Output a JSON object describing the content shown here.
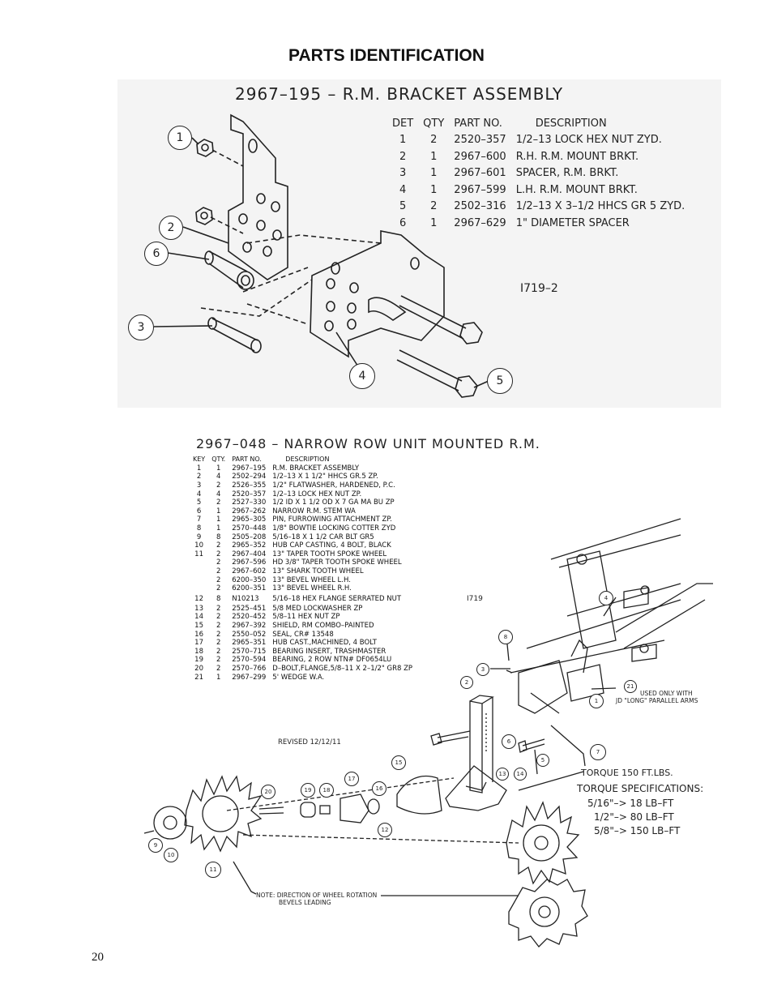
{
  "page": {
    "title": "PARTS IDENTIFICATION",
    "page_number": "20"
  },
  "assembly1": {
    "title": "2967–195 – R.M. BRACKET ASSEMBLY",
    "headers": [
      "DET",
      "QTY",
      "PART NO.",
      "DESCRIPTION"
    ],
    "rows": [
      [
        "1",
        "2",
        "2520–357",
        "1/2–13 LOCK HEX NUT ZYD."
      ],
      [
        "2",
        "1",
        "2967–600",
        "R.H. R.M. MOUNT BRKT."
      ],
      [
        "3",
        "1",
        "2967–601",
        "SPACER, R.M. BRKT."
      ],
      [
        "4",
        "1",
        "2967–599",
        "L.H. R.M. MOUNT BRKT."
      ],
      [
        "5",
        "2",
        "2502–316",
        "1/2–13 X 3–1/2 HHCS GR 5 ZYD."
      ],
      [
        "6",
        "1",
        "2967–629",
        "1\" DIAMETER SPACER"
      ]
    ],
    "drawing_id": "I719–2",
    "callouts": [
      "1",
      "2",
      "6",
      "3",
      "4",
      "5"
    ]
  },
  "assembly2": {
    "title": "2967–048 – NARROW ROW UNIT MOUNTED R.M.",
    "headers": [
      "KEY",
      "QTY.",
      "PART NO.",
      "DESCRIPTION"
    ],
    "rows": [
      [
        "1",
        "1",
        "2967–195",
        "R.M. BRACKET ASSEMBLY"
      ],
      [
        "2",
        "4",
        "2502–294",
        "1/2–13 X 1 1/2\" HHCS GR.5 ZP."
      ],
      [
        "3",
        "2",
        "2526–355",
        "1/2\" FLATWASHER, HARDENED, P.C."
      ],
      [
        "4",
        "4",
        "2520–357",
        "1/2–13 LOCK HEX NUT ZP."
      ],
      [
        "5",
        "2",
        "2527–330",
        "1/2 ID X 1 1/2 OD X 7 GA MA BU ZP"
      ],
      [
        "6",
        "1",
        "2967–262",
        "NARROW  R.M. STEM WA"
      ],
      [
        "7",
        "1",
        "2965–305",
        "PIN, FURROWING ATTACHMENT ZP."
      ],
      [
        "8",
        "1",
        "2570–448",
        "1/8\" BOWTIE LOCKING COTTER ZYD"
      ],
      [
        "9",
        "8",
        "2505–208",
        "5/16–18 X 1 1/2 CAR BLT GR5"
      ],
      [
        "10",
        "2",
        "2965–352",
        "HUB CAP CASTING, 4 BOLT, BLACK"
      ],
      [
        "11",
        "2",
        "2967–404",
        "13\" TAPER TOOTH SPOKE WHEEL"
      ],
      [
        "",
        "2",
        "2967–596",
        "HD 3/8\" TAPER TOOTH SPOKE WHEEL"
      ],
      [
        "",
        "2",
        "2967–602",
        "13\" SHARK TOOTH WHEEL"
      ],
      [
        "",
        "2",
        "6200–350",
        "13\" BEVEL WHEEL L.H."
      ],
      [
        "",
        "2",
        "6200–351",
        "13\" BEVEL WHEEL R.H."
      ],
      [
        "12",
        "8",
        "N10213",
        "5/16–18 HEX FLANGE SERRATED NUT"
      ],
      [
        "13",
        "2",
        "2525–451",
        "5/8 MED LOCKWASHER ZP"
      ],
      [
        "14",
        "2",
        "2520–452",
        "5/8–11 HEX NUT ZP"
      ],
      [
        "15",
        "2",
        "2967–392",
        "SHIELD, RM COMBO–PAINTED"
      ],
      [
        "16",
        "2",
        "2550–052",
        "SEAL, CR# 13548"
      ],
      [
        "17",
        "2",
        "2965–351",
        "HUB CAST.,MACHINED, 4 BOLT"
      ],
      [
        "18",
        "2",
        "2570–715",
        "BEARING INSERT, TRASHMASTER"
      ],
      [
        "19",
        "2",
        "2570–594",
        "BEARING, 2 ROW NTN# DF0654LU"
      ],
      [
        "20",
        "2",
        "2570–766",
        "D–BOLT,FLANGE,5/8–11 X 2–1/2\" GR8 ZP"
      ],
      [
        "21",
        "1",
        "2967–299",
        "5' WEDGE W.A."
      ]
    ],
    "drawing_id": "I719",
    "revised": "REVISED 12/12/11",
    "note_used_only": "USED ONLY WITH",
    "note_jd_long": "JD \"LONG\" PARALLEL ARMS",
    "torque_label": "TORQUE 150 FT.LBS.",
    "torque_specs_title": "TORQUE SPECIFICATIONS:",
    "torque_specs": [
      "5/16\"–> 18 LB–FT",
      "1/2\"–> 80 LB–FT",
      "5/8\"–> 150 LB–FT"
    ],
    "note_rotation_1": "NOTE: DIRECTION OF WHEEL ROTATION",
    "note_rotation_2": "BEVELS LEADING",
    "callouts": [
      "1",
      "2",
      "3",
      "4",
      "5",
      "6",
      "7",
      "8",
      "9",
      "10",
      "11",
      "12",
      "13",
      "14",
      "15",
      "16",
      "17",
      "18",
      "19",
      "20",
      "21"
    ]
  }
}
